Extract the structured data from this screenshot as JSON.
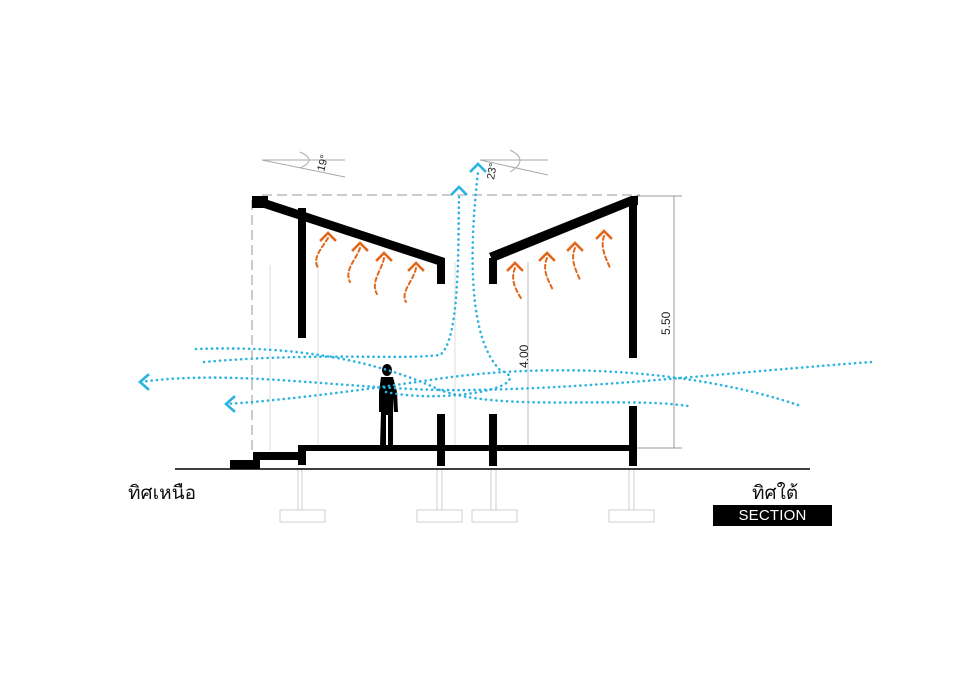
{
  "labels": {
    "north": "ทิศเหนือ",
    "south": "ทิศใต้",
    "section": "SECTION"
  },
  "dimensions": {
    "overall_height": "5.50",
    "interior_height": "4.00"
  },
  "angles": {
    "left_roof": "19°",
    "right_roof": "23°"
  },
  "colors": {
    "structure": "#000000",
    "airflow": "#2bb3e0",
    "heat": "#e2671e",
    "guides": "#9a9a9a"
  }
}
